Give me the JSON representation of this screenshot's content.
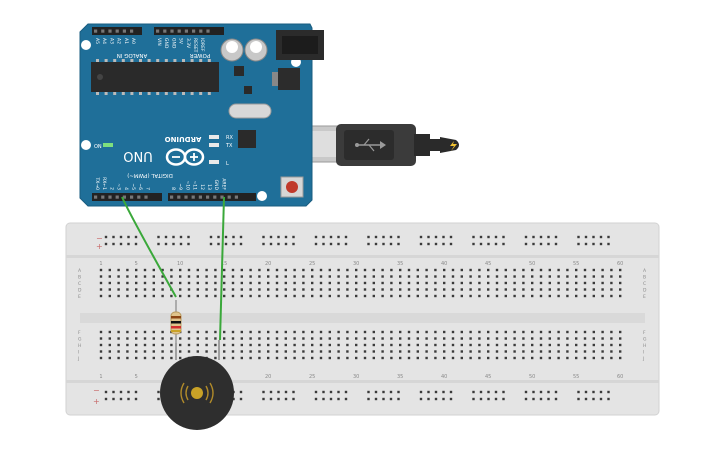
{
  "arduino": {
    "brand": "ARDUINO",
    "model": "UNO",
    "analog_header": "ANALOG IN",
    "analog_pins": [
      "A5",
      "A4",
      "A3",
      "A2",
      "A1",
      "A0"
    ],
    "power_header": "POWER",
    "power_pins": [
      "VIN",
      "GND",
      "GND",
      "5V",
      "3.3V",
      "RESET",
      "IOREF"
    ],
    "digital_header": "DIGITAL (PWM~)",
    "digital_pins": [
      "TX→0",
      "RX←1",
      "2",
      "~3",
      "4",
      "~5",
      "~6",
      "7",
      "8",
      "~9",
      "~10",
      "~11",
      "12",
      "13",
      "GND",
      "AREF"
    ],
    "led_on": "ON",
    "led_rx": "RX",
    "led_tx": "TX",
    "led_l": "L"
  },
  "breadboard": {
    "column_numbers": [
      "1",
      "5",
      "10",
      "15",
      "20",
      "25",
      "30",
      "35",
      "40",
      "45",
      "50",
      "55",
      "60"
    ],
    "row_letters_top": [
      "A",
      "B",
      "C",
      "D",
      "E"
    ],
    "row_letters_bottom": [
      "F",
      "G",
      "H",
      "I",
      "J"
    ],
    "rail_plus": "+",
    "rail_minus": "−"
  },
  "colors": {
    "board_blue": "#1f6f99",
    "wire_green": "#3aa83a",
    "breadboard": "#e3e3e3",
    "buzzer": "#2f2f2f"
  },
  "components": [
    "arduino-uno",
    "breadboard",
    "resistor",
    "piezo-buzzer",
    "usb-cable"
  ]
}
